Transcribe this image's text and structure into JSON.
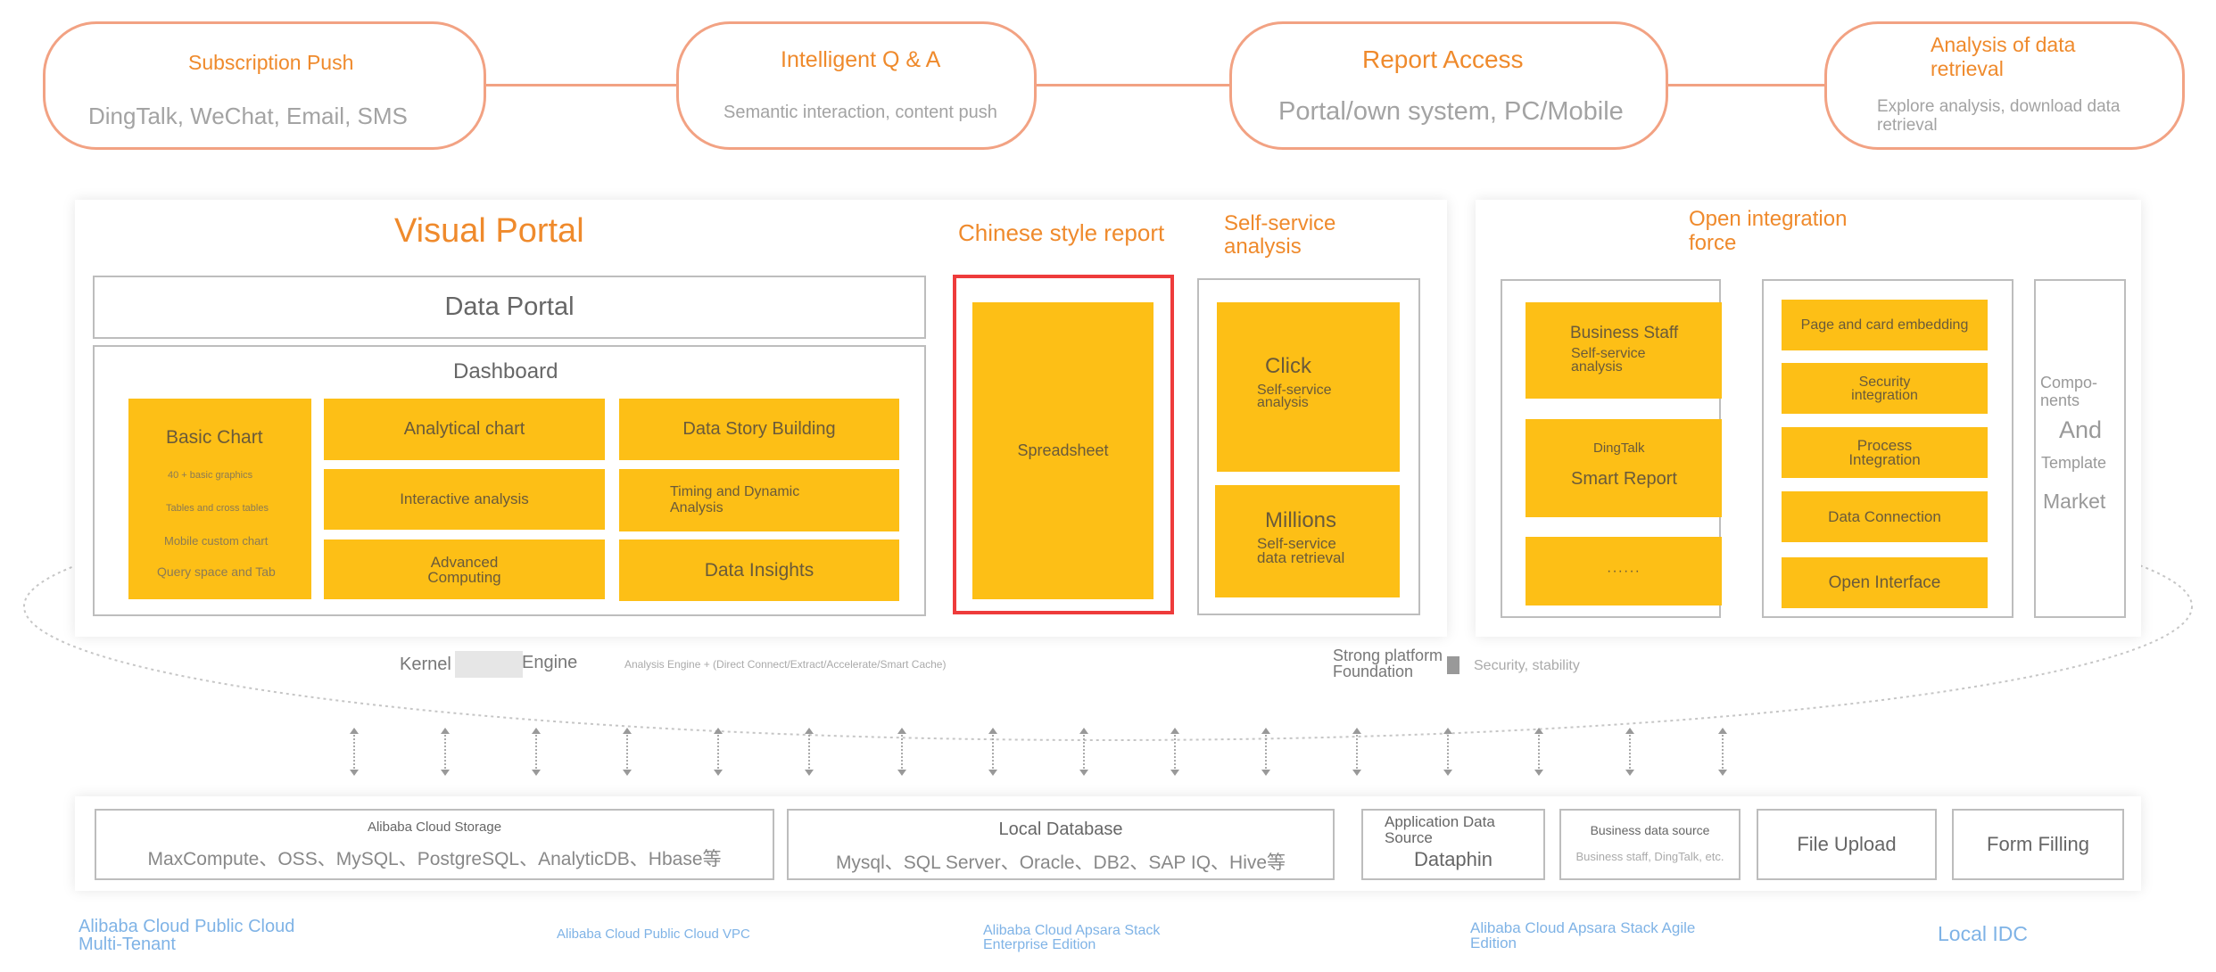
{
  "channels": [
    {
      "title": "Subscription Push",
      "subtitle": "DingTalk, WeChat, Email, SMS"
    },
    {
      "title": "Intelligent Q & A",
      "subtitle": "Semantic interaction, content push"
    },
    {
      "title": "Report Access",
      "subtitle": "Portal/own system, PC/Mobile"
    },
    {
      "title": "Analysis of data retrieval",
      "subtitle": "Explore analysis, download data retrieval"
    }
  ],
  "visual_portal": {
    "title": "Visual Portal",
    "data_portal": "Data Portal",
    "dashboard": "Dashboard",
    "basic_chart": {
      "title": "Basic Chart",
      "items": [
        "40 + basic graphics",
        "Tables and cross tables",
        "Mobile custom chart",
        "Query space and Tab"
      ]
    },
    "cells": [
      "Analytical chart",
      "Interactive analysis",
      "Advanced Computing",
      "Data Story Building",
      "Timing and Dynamic Analysis",
      "Data Insights"
    ]
  },
  "chinese_report": {
    "title": "Chinese style report",
    "spreadsheet": "Spreadsheet"
  },
  "self_service": {
    "title": "Self-service analysis",
    "click_title": "Click",
    "click_sub": "Self-service analysis",
    "millions_title": "Millions",
    "millions_sub": "Self-service data retrieval"
  },
  "open_integration": {
    "title": "Open integration force",
    "business_staff": "Business Staff",
    "business_sub": "Self-service analysis",
    "dingtalk": "DingTalk",
    "smart_report": "Smart Report",
    "more": "······",
    "integrations": [
      "Page and card embedding",
      "Security integration",
      "Process Integration",
      "Data Connection",
      "Open Interface"
    ],
    "market_line1": "Compo-nents",
    "market_line2": "And",
    "market_line3": "Template",
    "market_line4": "Market"
  },
  "kernel": {
    "left": "Kernel",
    "right": "Engine",
    "desc": "Analysis Engine + (Direct Connect/Extract/Accelerate/Smart Cache)"
  },
  "platform": {
    "title": "Strong platform Foundation",
    "desc": "Security, stability"
  },
  "data_sources": [
    {
      "head": "Alibaba Cloud Storage",
      "body": "MaxCompute、OSS、MySQL、PostgreSQL、AnalyticDB、Hbase等"
    },
    {
      "head": "Local Database",
      "body": "Mysql、SQL Server、Oracle、DB2、SAP IQ、Hive等"
    },
    {
      "head": "Application Data Source",
      "body": "Dataphin"
    },
    {
      "head": "Business data source",
      "body": "Business staff, DingTalk, etc."
    },
    {
      "head": "File Upload",
      "body": ""
    },
    {
      "head": "Form Filling",
      "body": ""
    }
  ],
  "deployments": [
    "Alibaba Cloud Public Cloud Multi-Tenant",
    "Alibaba Cloud Public Cloud VPC",
    "Alibaba Cloud Apsara Stack Enterprise Edition",
    "Alibaba Cloud Apsara Stack Agile Edition",
    "Local IDC"
  ],
  "colors": {
    "accent": "#ef8a2c",
    "tile": "#fdbf16",
    "pill_border": "#f2a283",
    "highlight": "#ee3b3b",
    "deploy": "#7fb3e6"
  }
}
